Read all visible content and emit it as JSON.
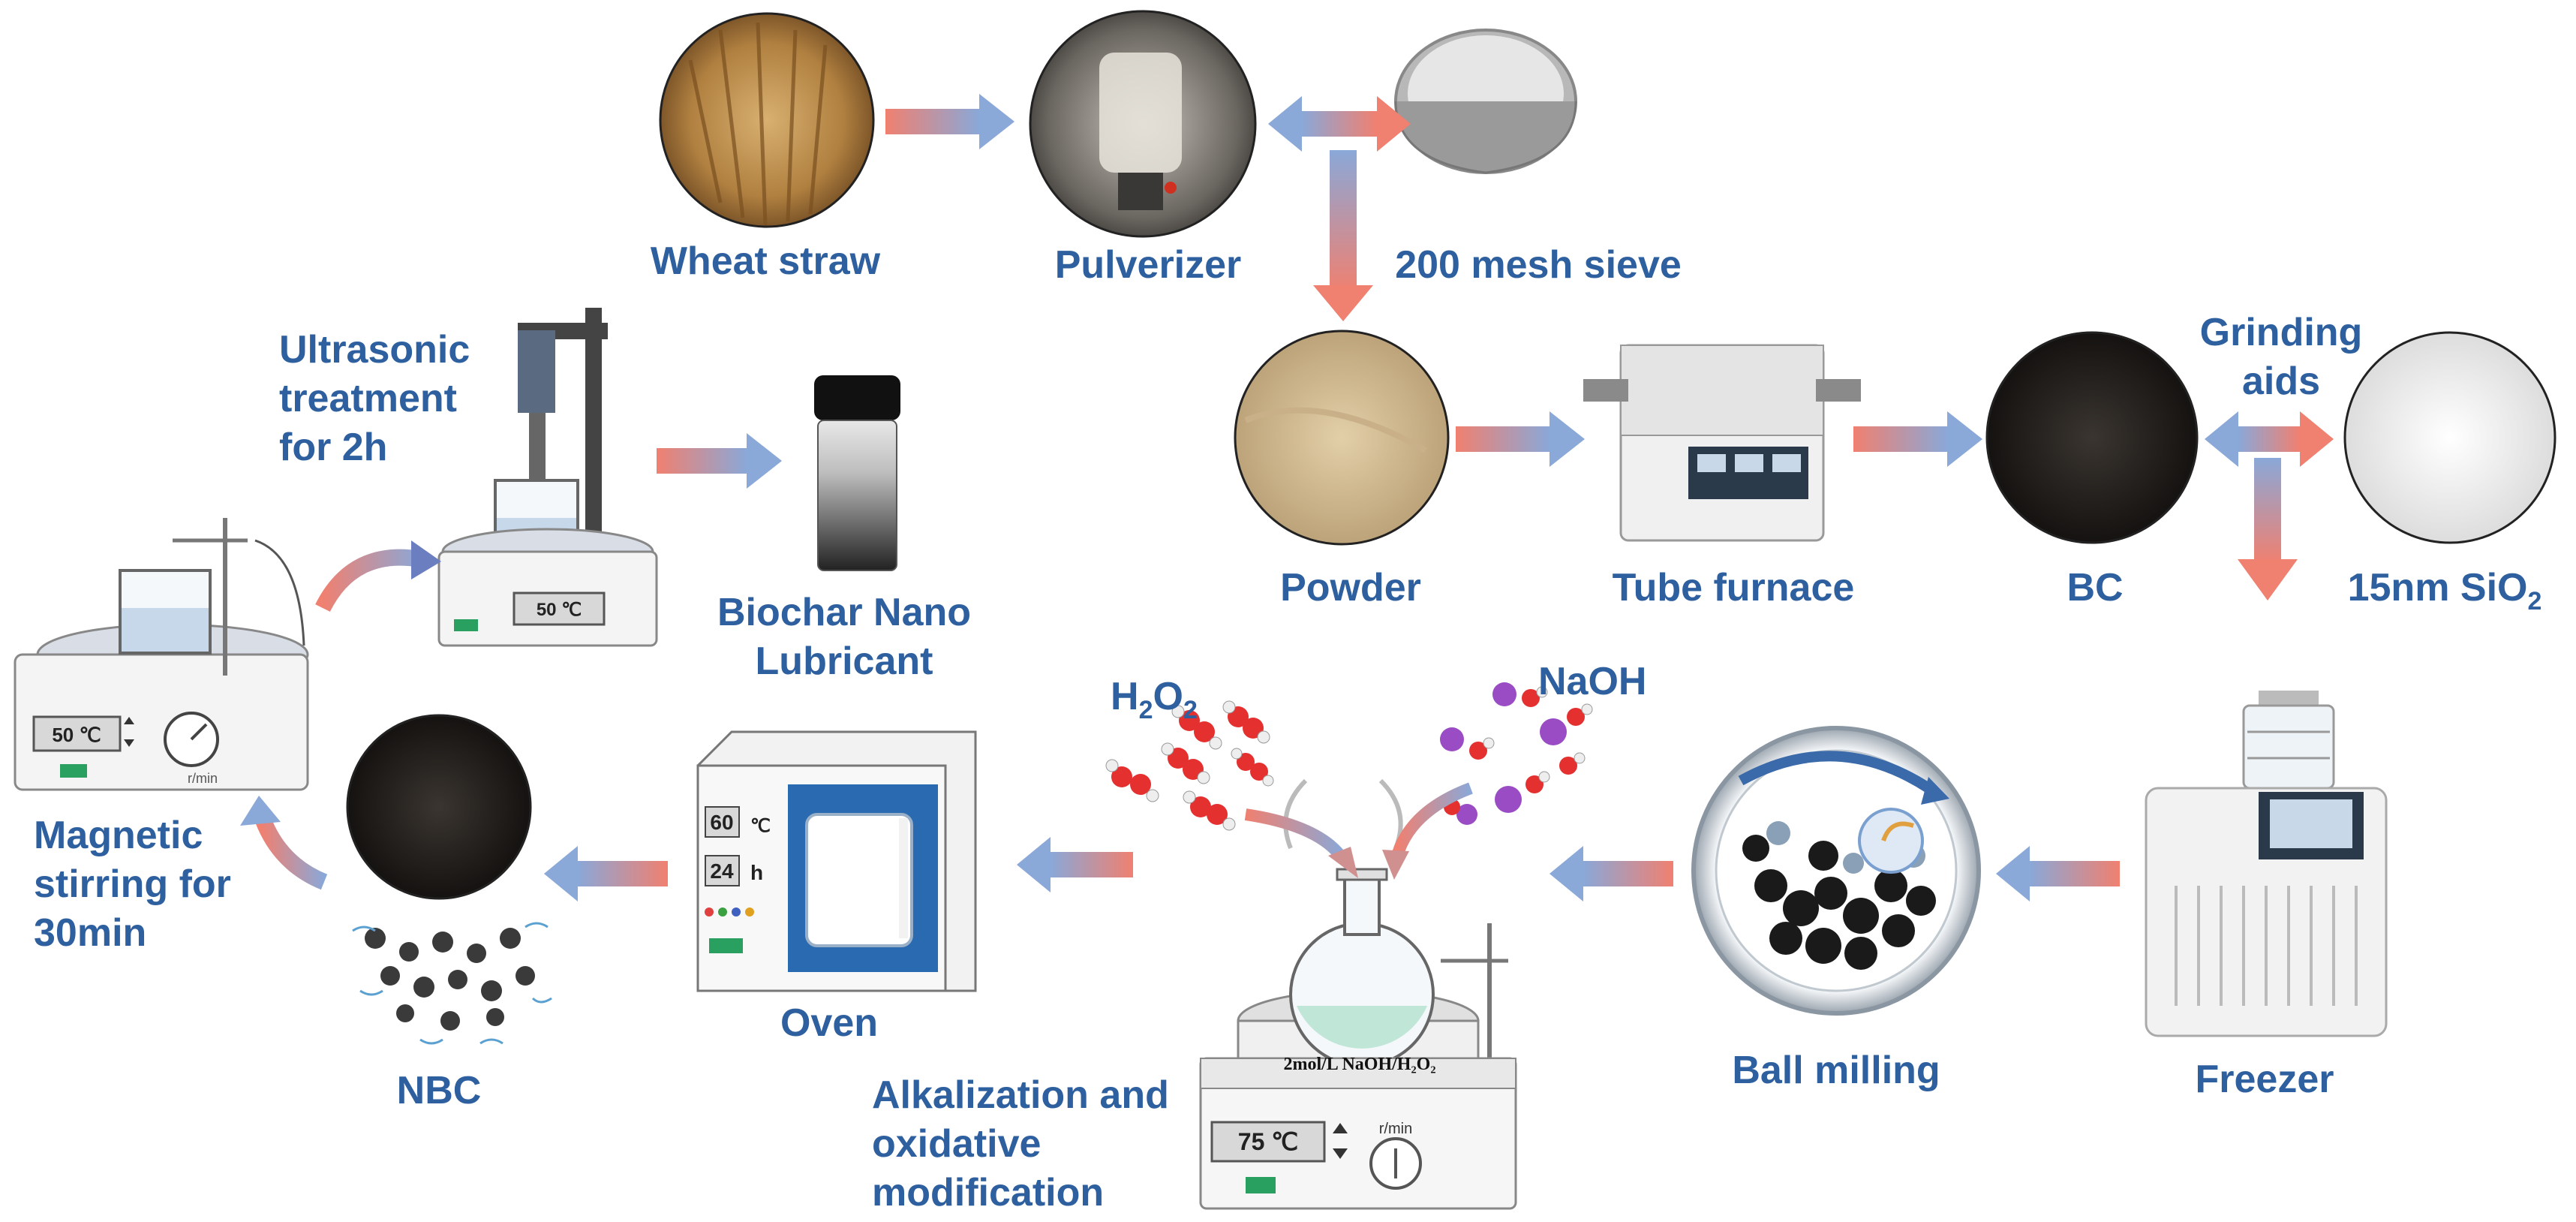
{
  "steps": {
    "wheat_straw": "Wheat straw",
    "pulverizer": "Pulverizer",
    "sieve": "200 mesh sieve",
    "powder": "Powder",
    "tube_furnace": "Tube furnace",
    "bc": "BC",
    "grinding_aids_1": "Grinding",
    "grinding_aids_2": "aids",
    "sio2_prefix": "15nm SiO",
    "sio2_sub": "2",
    "freezer": "Freezer",
    "ball_milling": "Ball milling",
    "alkalization_1": "Alkalization and",
    "alkalization_2": "oxidative",
    "alkalization_3": "modification",
    "oven": "Oven",
    "nbc": "NBC",
    "magnetic_1": "Magnetic",
    "magnetic_2": "stirring for",
    "magnetic_3": "30min",
    "ultrasonic_1": "Ultrasonic",
    "ultrasonic_2": "treatment",
    "ultrasonic_3": "for 2h",
    "biochar_1": "Biochar Nano",
    "biochar_2": "Lubricant",
    "h2o2_prefix": "H",
    "h2o2_sub1": "2",
    "h2o2_mid": "O",
    "h2o2_sub2": "2",
    "naoh": "NaOH"
  },
  "equipment_text": {
    "flask_solution": "2mol/L NaOH/H₂O₂",
    "hotplate_temp": "75 ℃",
    "hotplate_rpm": "r/min",
    "stirrer_temp": "50 ℃",
    "stirrer_rpm": "r/min",
    "ultrasonic_temp": "50 ℃",
    "oven_temp": "60",
    "oven_temp_unit": "℃",
    "oven_time": "24",
    "oven_time_unit": "h"
  },
  "colors": {
    "label": "#2e5f9e",
    "arrow_start": "#f08070",
    "arrow_end": "#8aa8d8",
    "photo_border": "#222222"
  },
  "icons": [
    "wheat-photo",
    "pulverizer-photo",
    "sieve-photo",
    "powder-photo",
    "tube-furnace-photo",
    "bc-photo",
    "sio2-photo",
    "freezer-photo",
    "ball-mill-icon",
    "reaction-flask-icon",
    "oven-icon",
    "nbc-photo",
    "nanoparticles-icon",
    "magnetic-stirrer-icon",
    "ultrasonic-device-icon",
    "vial-icon",
    "h2o2-molecules-icon",
    "naoh-molecules-icon"
  ]
}
